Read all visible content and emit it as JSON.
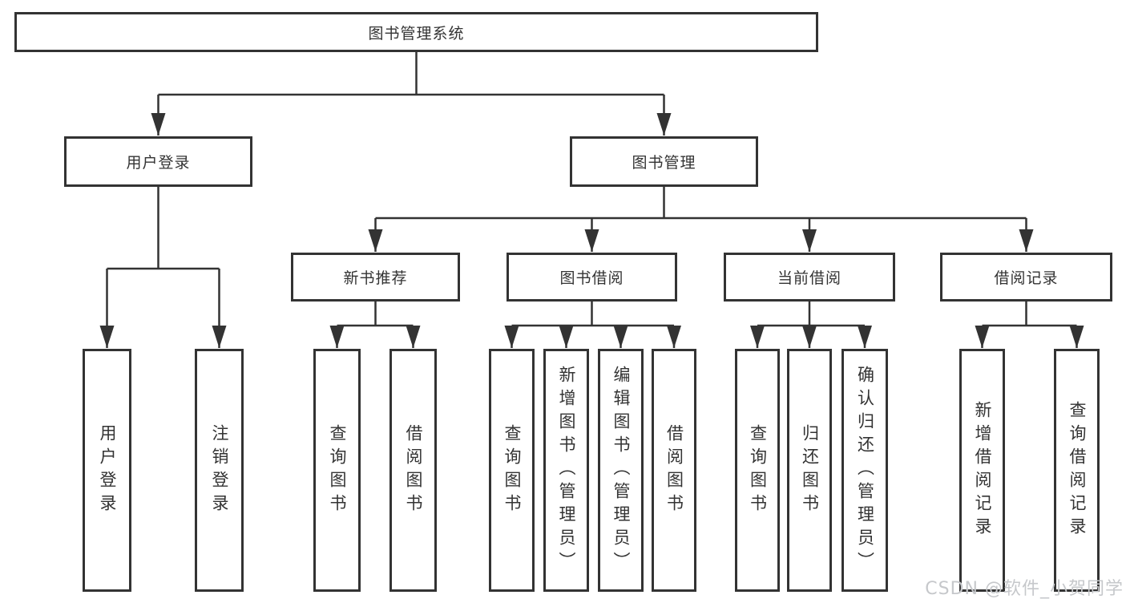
{
  "nodes": {
    "root": "图书管理系统",
    "user_login": "用户登录",
    "book_mgmt": "图书管理",
    "new_books": "新书推荐",
    "book_borrow": "图书借阅",
    "current_borrow": "当前借阅",
    "borrow_records": "借阅记录",
    "leaf_user_login": "用户登录",
    "leaf_logout": "注销登录",
    "leaf_nb_query": "查询图书",
    "leaf_nb_borrow": "借阅图书",
    "leaf_bb_query": "查询图书",
    "leaf_bb_add": "新增图书（管理员）",
    "leaf_bb_edit": "编辑图书（管理员）",
    "leaf_bb_borrow": "借阅图书",
    "leaf_cb_query": "查询图书",
    "leaf_cb_return": "归还图书",
    "leaf_cb_confirm": "确认归还（管理员）",
    "leaf_br_add": "新增借阅记录",
    "leaf_br_query": "查询借阅记录"
  },
  "watermark": {
    "text": "CSDN @软件_小贺同学"
  },
  "colors": {
    "line": "#333333",
    "border": "#333333",
    "text": "#333333",
    "watermark": "#c6c8cb",
    "background": "#ffffff"
  }
}
